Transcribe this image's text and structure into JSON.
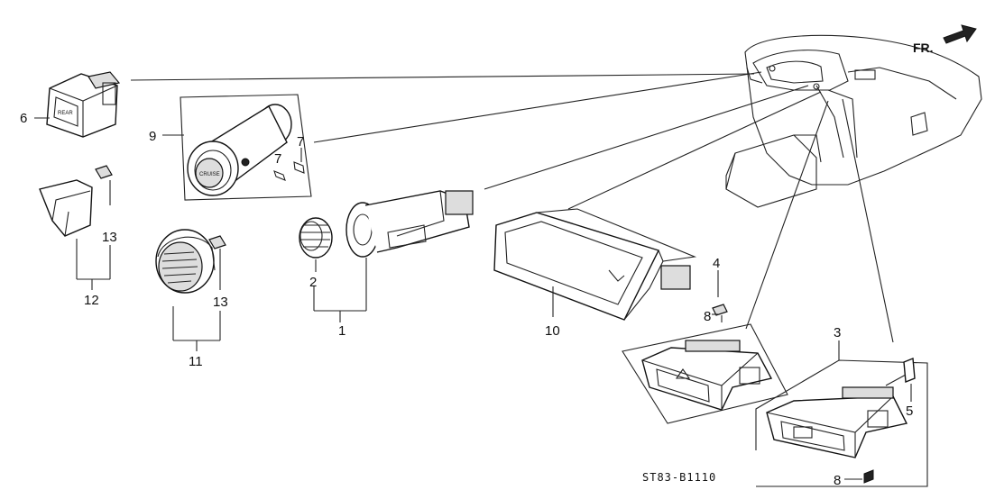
{
  "diagram_code": "ST83-B1110",
  "direction_label": "FR.",
  "callouts": [
    {
      "id": "label-1",
      "text": "1"
    },
    {
      "id": "label-2",
      "text": "2"
    },
    {
      "id": "label-3",
      "text": "3"
    },
    {
      "id": "label-4",
      "text": "4"
    },
    {
      "id": "label-5",
      "text": "5"
    },
    {
      "id": "label-6",
      "text": "6"
    },
    {
      "id": "label-7a",
      "text": "7"
    },
    {
      "id": "label-7b",
      "text": "7"
    },
    {
      "id": "label-8a",
      "text": "8"
    },
    {
      "id": "label-8b",
      "text": "8"
    },
    {
      "id": "label-9",
      "text": "9"
    },
    {
      "id": "label-10",
      "text": "10"
    },
    {
      "id": "label-11",
      "text": "11"
    },
    {
      "id": "label-12",
      "text": "12"
    },
    {
      "id": "label-13a",
      "text": "13"
    },
    {
      "id": "label-13b",
      "text": "13"
    }
  ],
  "part_markings": {
    "cruise_button": "CRUISE",
    "rear_defrost": "REAR"
  },
  "colors": {
    "line": "#222222",
    "background": "#ffffff"
  }
}
